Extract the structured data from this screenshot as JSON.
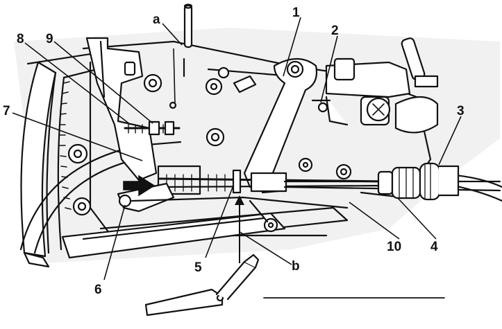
{
  "figure": {
    "ink_color": "#111111",
    "paper_color": "#ffffff",
    "shade_color": "#d9d9d9",
    "arrow_fill_color": "#111111",
    "callouts": {
      "c1": "1",
      "c2": "2",
      "c3": "3",
      "c4": "4",
      "c5": "5",
      "c6": "6",
      "c7": "7",
      "c8": "8",
      "c9": "9",
      "c10": "10",
      "ca": "a",
      "cb": "b"
    }
  }
}
